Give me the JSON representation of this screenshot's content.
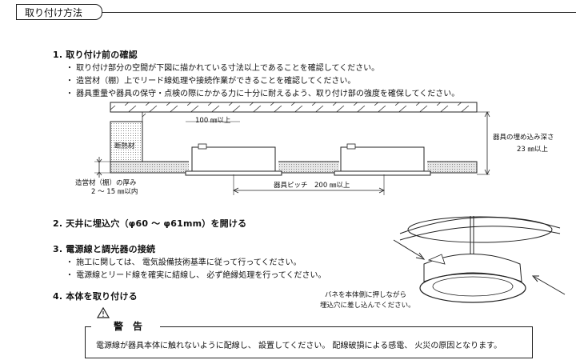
{
  "header": {
    "tab_label": "取り付け方法"
  },
  "sections": [
    {
      "title": "1. 取り付け前の確認",
      "bullets": [
        "・ 取り付け部分の空間が下図に描かれている寸法以上であることを確認してください。",
        "・ 造営材（棚）上でリード線処理や接続作業ができることを確認してください。",
        "・ 器具重量や器具の保守・点検の際にかかる力に十分に耐えるよう、取り付け部の強度を確保してください。"
      ]
    },
    {
      "title": "2. 天井に埋込穴（φ60 ～ φ61mm）を開ける",
      "bullets": []
    },
    {
      "title": "3. 電源線と調光器の接続",
      "bullets": [
        "・ 施工に関しては、 電気設備技術基準に従って行ってください。",
        "・ 電源線とリード線を確実に結線し、 必ず絶縁処理を行ってください。"
      ]
    },
    {
      "title": "4. 本体を取り付ける",
      "bullets": []
    }
  ],
  "diagram": {
    "dim_top": "100 ㎜以上",
    "insulation": "断熱材",
    "depth_label": "器具の埋め込み深さ",
    "depth_value": "23 ㎜以上",
    "thickness_label": "造営材（棚）の厚み",
    "thickness_value": "2 ～ 15 ㎜以内",
    "pitch": "器具ピッチ　200 ㎜以上"
  },
  "install_note": {
    "line1": "バネを本体側に押しながら",
    "line2": "埋込穴に差し込んでください。"
  },
  "warning": {
    "title": "警　告",
    "text": "電源線が器具本体に触れないように配線し、 設置してください。 配線破損による感電、 火災の原因となります。"
  }
}
